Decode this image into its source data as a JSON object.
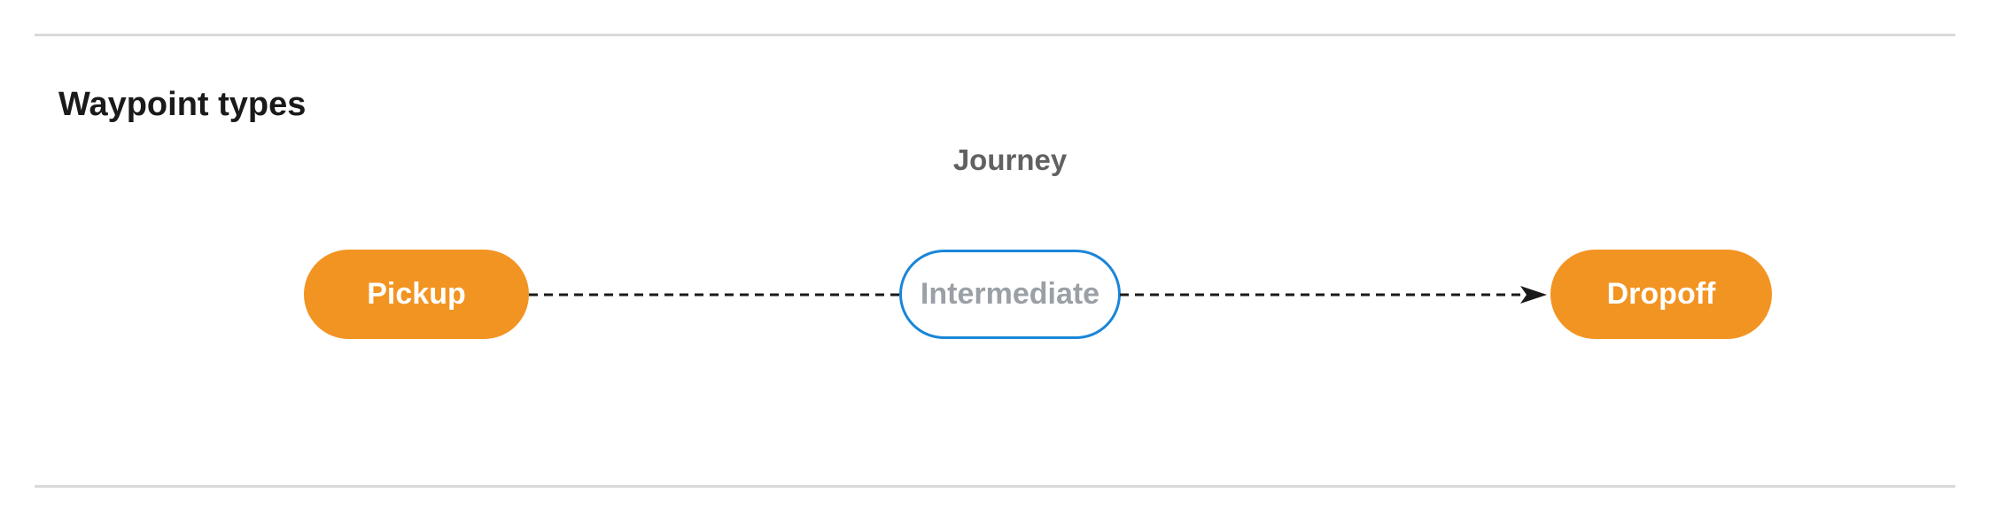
{
  "section": {
    "heading": "Waypoint types"
  },
  "diagram": {
    "group_label": "Journey",
    "nodes": [
      {
        "id": "pickup",
        "label": "Pickup",
        "type": "terminal"
      },
      {
        "id": "intermediate",
        "label": "Intermediate",
        "type": "via"
      },
      {
        "id": "dropoff",
        "label": "Dropoff",
        "type": "terminal"
      }
    ],
    "edges": [
      {
        "from": "pickup",
        "to": "intermediate",
        "style": "dashed",
        "arrowhead": false
      },
      {
        "from": "intermediate",
        "to": "dropoff",
        "style": "dashed",
        "arrowhead": true
      }
    ],
    "colors": {
      "terminal_fill": "#F29422",
      "terminal_text": "#FFFFFF",
      "via_border": "#1A86D8",
      "via_text": "#9AA0A6",
      "edge": "#1A1A1A",
      "heading_text": "#1A1A1A",
      "group_label_text": "#616161",
      "divider": "#D9D9D9",
      "background": "#FFFFFF"
    }
  }
}
